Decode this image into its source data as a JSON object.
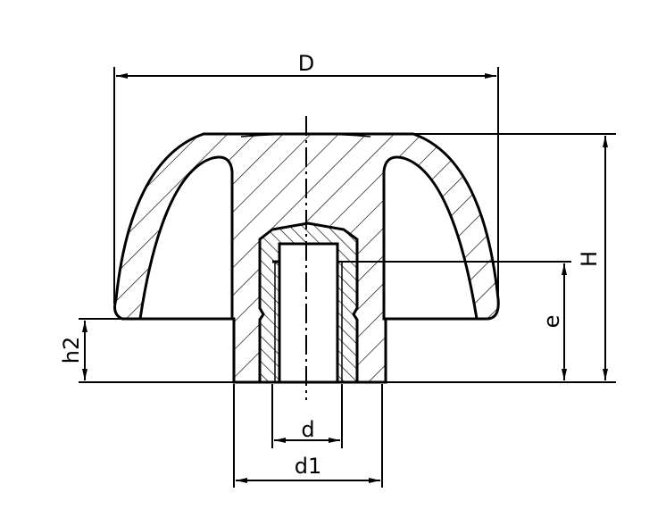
{
  "diagram": {
    "labels": {
      "D": "D",
      "H": "H",
      "e": "e",
      "h2": "h2",
      "d": "d",
      "d1": "d1"
    },
    "colors": {
      "line": "#000000",
      "background": "#ffffff"
    }
  }
}
